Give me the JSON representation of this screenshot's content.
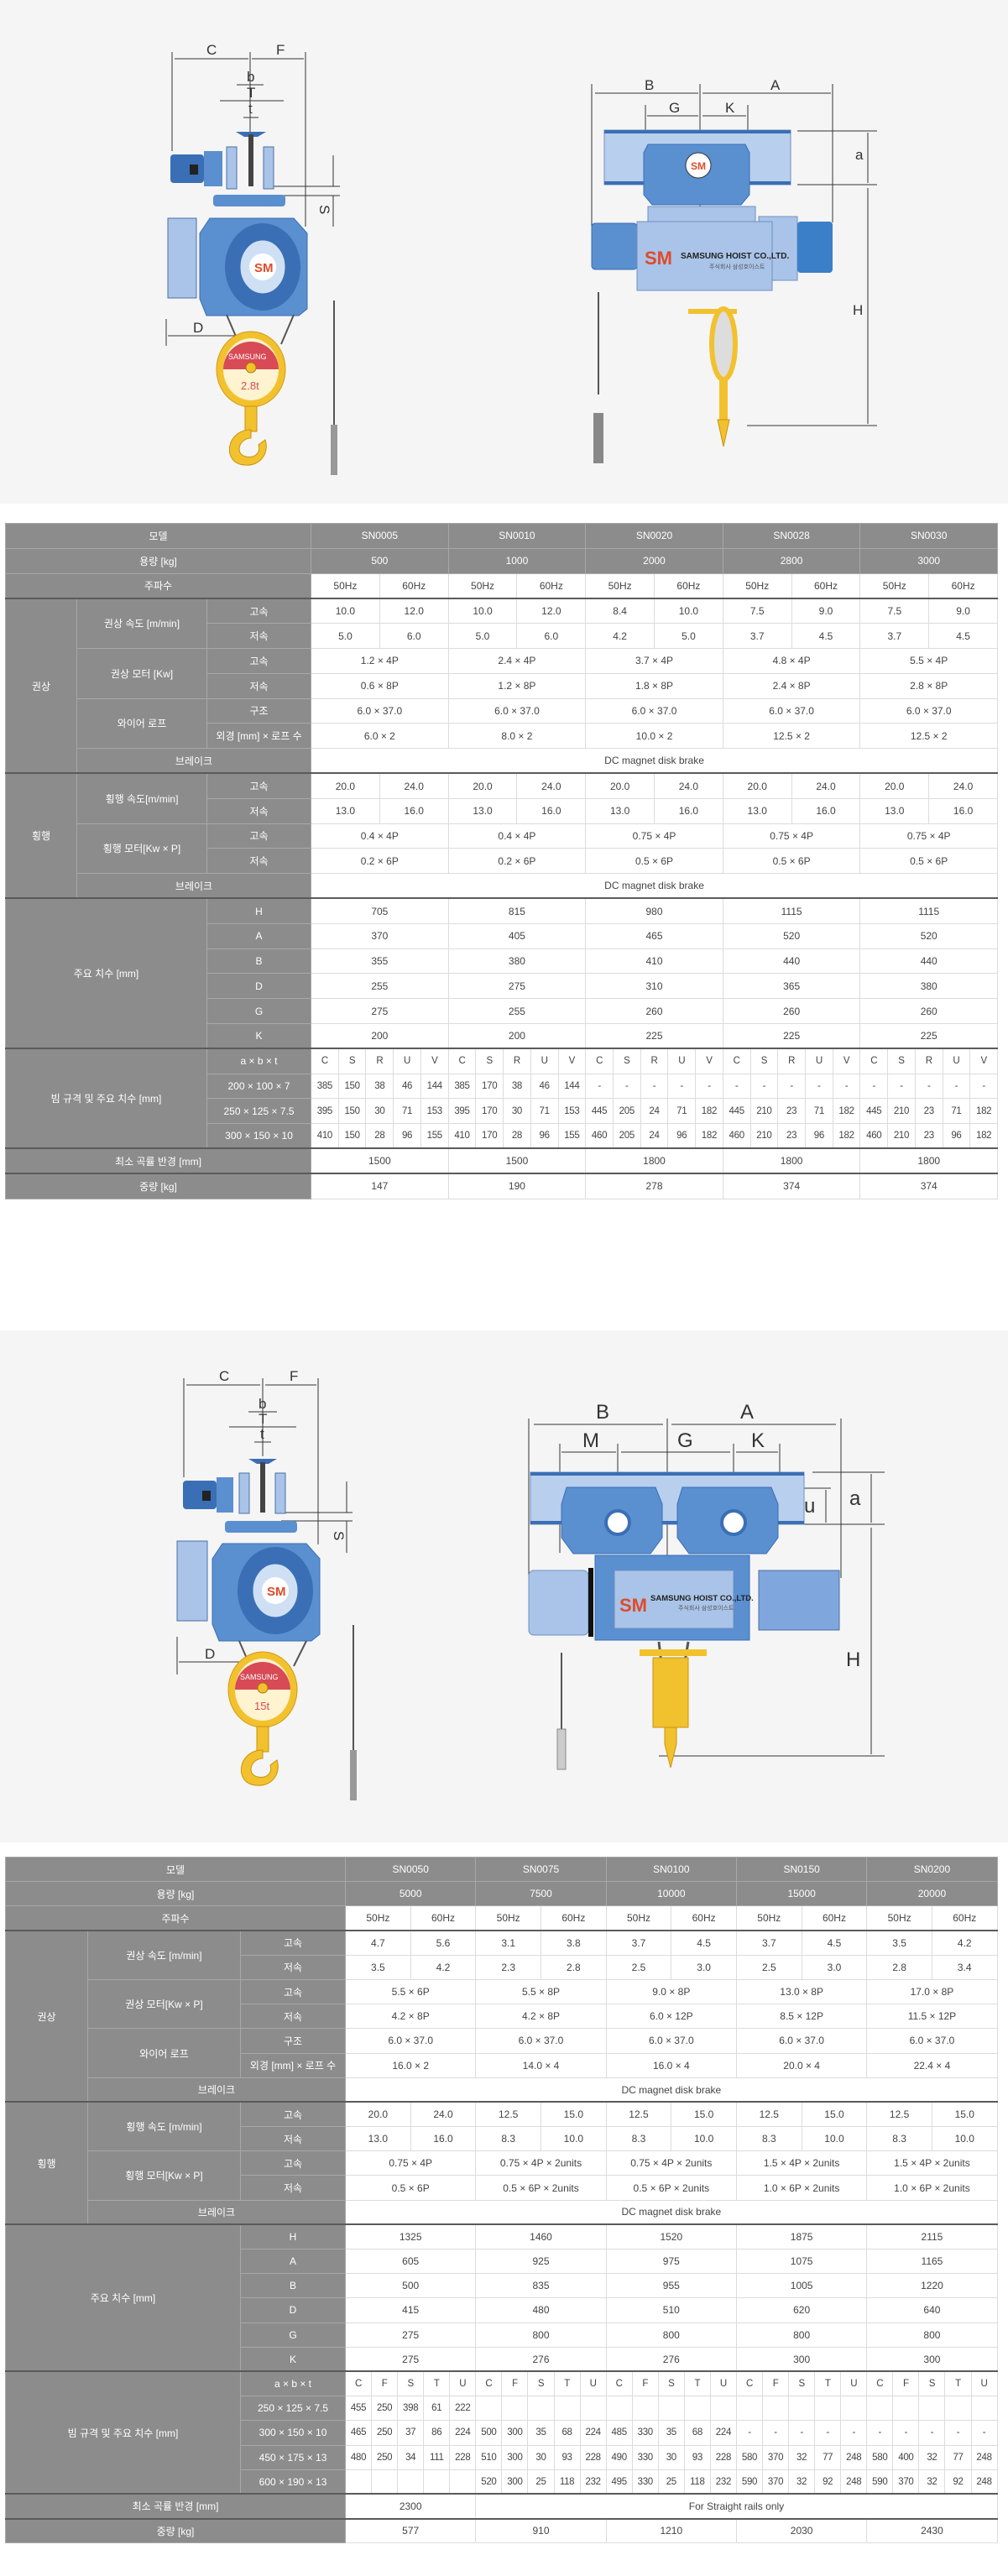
{
  "diagram1": {
    "dims_side": [
      "C",
      "F",
      "b",
      "T",
      "t",
      "S",
      "D"
    ],
    "dims_front": [
      "B",
      "A",
      "G",
      "K",
      "a",
      "H"
    ],
    "hook_brand": "SAMSUNG",
    "capacity_label": "2.8t",
    "company": "SAMSUNG HOIST CO.,LTD.",
    "company_kr": "주식회사 삼성호이스트"
  },
  "diagram2": {
    "dims_side": [
      "C",
      "F",
      "b",
      "T",
      "t",
      "S",
      "D"
    ],
    "dims_front": [
      "B",
      "A",
      "M",
      "G",
      "K",
      "a",
      "u",
      "H"
    ],
    "hook_brand": "SAMSUNG",
    "capacity_label": "15t",
    "company": "SAMSUNG HOIST CO.,LTD.",
    "company_kr": "주식회사 삼성호이스트"
  },
  "table1": {
    "sections": [
      {
        "kind": "full",
        "rows": [
          {
            "label": "모델",
            "values": [
              "SN0005",
              "SN0010",
              "SN0020",
              "SN0028",
              "SN0030"
            ]
          },
          {
            "label": "용량 [kg]",
            "values": [
              "500",
              "1000",
              "2000",
              "2800",
              "3000"
            ]
          },
          {
            "label": "주파수",
            "values": [
              "50Hz",
              "60Hz",
              "50Hz",
              "60Hz",
              "50Hz",
              "60Hz",
              "50Hz",
              "60Hz",
              "50Hz",
              "60Hz"
            ]
          }
        ]
      },
      {
        "kind": "group",
        "label": "권상",
        "subs": [
          {
            "label": "권상 속도 [m/min]",
            "rows": [
              {
                "label": "고속",
                "values": [
                  "10.0",
                  "12.0",
                  "10.0",
                  "12.0",
                  "8.4",
                  "10.0",
                  "7.5",
                  "9.0",
                  "7.5",
                  "9.0"
                ]
              },
              {
                "label": "저속",
                "values": [
                  "5.0",
                  "6.0",
                  "5.0",
                  "6.0",
                  "4.2",
                  "5.0",
                  "3.7",
                  "4.5",
                  "3.7",
                  "4.5"
                ]
              }
            ]
          },
          {
            "label": "권상 모터 [Kw]",
            "rows": [
              {
                "label": "고속",
                "values": [
                  "1.2 × 4P",
                  "2.4 × 4P",
                  "3.7 × 4P",
                  "4.8 × 4P",
                  "5.5 × 4P"
                ]
              },
              {
                "label": "저속",
                "values": [
                  "0.6 × 8P",
                  "1.2 × 8P",
                  "1.8 × 8P",
                  "2.4 × 8P",
                  "2.8 × 8P"
                ]
              }
            ]
          },
          {
            "label": "와이어 로프",
            "rows": [
              {
                "label": "구조",
                "values": [
                  "6.0 × 37.0",
                  "6.0 × 37.0",
                  "6.0 × 37.0",
                  "6.0 × 37.0",
                  "6.0 × 37.0"
                ]
              },
              {
                "label": "외경 [mm] × 로프 수",
                "values": [
                  "6.0 × 2",
                  "8.0 × 2",
                  "10.0 × 2",
                  "12.5 × 2",
                  "12.5 × 2"
                ]
              }
            ]
          },
          {
            "label": "브레이크",
            "values": [
              "DC magnet disk brake"
            ]
          }
        ]
      },
      {
        "kind": "group",
        "label": "횡행",
        "subs": [
          {
            "label": "횡행 속도[m/min]",
            "rows": [
              {
                "label": "고속",
                "values": [
                  "20.0",
                  "24.0",
                  "20.0",
                  "24.0",
                  "20.0",
                  "24.0",
                  "20.0",
                  "24.0",
                  "20.0",
                  "24.0"
                ]
              },
              {
                "label": "저속",
                "values": [
                  "13.0",
                  "16.0",
                  "13.0",
                  "16.0",
                  "13.0",
                  "16.0",
                  "13.0",
                  "16.0",
                  "13.0",
                  "16.0"
                ]
              }
            ]
          },
          {
            "label": "횡행 모터[Kw × P]",
            "rows": [
              {
                "label": "고속",
                "values": [
                  "0.4 × 4P",
                  "0.4 × 4P",
                  "0.75 × 4P",
                  "0.75 × 4P",
                  "0.75 × 4P"
                ]
              },
              {
                "label": "저속",
                "values": [
                  "0.2 × 6P",
                  "0.2 × 6P",
                  "0.5 × 6P",
                  "0.5 × 6P",
                  "0.5 × 6P"
                ]
              }
            ]
          },
          {
            "label": "브레이크",
            "values": [
              "DC magnet disk brake"
            ]
          }
        ]
      },
      {
        "kind": "dims",
        "label": "주요 치수 [mm]",
        "rows": [
          {
            "label": "H",
            "values": [
              "705",
              "815",
              "980",
              "1115",
              "1115"
            ]
          },
          {
            "label": "A",
            "values": [
              "370",
              "405",
              "465",
              "520",
              "520"
            ]
          },
          {
            "label": "B",
            "values": [
              "355",
              "380",
              "410",
              "440",
              "440"
            ]
          },
          {
            "label": "D",
            "values": [
              "255",
              "275",
              "310",
              "365",
              "380"
            ]
          },
          {
            "label": "G",
            "values": [
              "275",
              "255",
              "260",
              "260",
              "260"
            ]
          },
          {
            "label": "K",
            "values": [
              "200",
              "200",
              "225",
              "225",
              "225"
            ]
          }
        ]
      },
      {
        "kind": "dims",
        "label": "빔 규격 및 주요 치수 [mm]",
        "beam": true,
        "rows": [
          {
            "label": "a × b × t",
            "values": [
              "C",
              "S",
              "R",
              "U",
              "V",
              "C",
              "S",
              "R",
              "U",
              "V",
              "C",
              "S",
              "R",
              "U",
              "V",
              "C",
              "S",
              "R",
              "U",
              "V",
              "C",
              "S",
              "R",
              "U",
              "V"
            ]
          },
          {
            "label": "200 × 100 × 7",
            "values": [
              "385",
              "150",
              "38",
              "46",
              "144",
              "385",
              "170",
              "38",
              "46",
              "144",
              "-",
              "-",
              "-",
              "-",
              "-",
              "-",
              "-",
              "-",
              "-",
              "-",
              "-",
              "-",
              "-",
              "-",
              "-"
            ]
          },
          {
            "label": "250 × 125 × 7.5",
            "values": [
              "395",
              "150",
              "30",
              "71",
              "153",
              "395",
              "170",
              "30",
              "71",
              "153",
              "445",
              "205",
              "24",
              "71",
              "182",
              "445",
              "210",
              "23",
              "71",
              "182",
              "445",
              "210",
              "23",
              "71",
              "182"
            ]
          },
          {
            "label": "300 × 150 × 10",
            "values": [
              "410",
              "150",
              "28",
              "96",
              "155",
              "410",
              "170",
              "28",
              "96",
              "155",
              "460",
              "205",
              "24",
              "96",
              "182",
              "460",
              "210",
              "23",
              "96",
              "182",
              "460",
              "210",
              "23",
              "96",
              "182"
            ]
          }
        ]
      },
      {
        "kind": "full",
        "rows": [
          {
            "label": "최소 곡률 반경 [mm]",
            "values": [
              "1500",
              "1500",
              "1800",
              "1800",
              "1800"
            ]
          }
        ]
      },
      {
        "kind": "full",
        "rows": [
          {
            "label": "중량 [kg]",
            "values": [
              "147",
              "190",
              "278",
              "374",
              "374"
            ]
          }
        ]
      }
    ]
  },
  "table2": {
    "sections": [
      {
        "kind": "full",
        "rows": [
          {
            "label": "모델",
            "values": [
              "SN0050",
              "SN0075",
              "SN0100",
              "SN0150",
              "SN0200"
            ]
          },
          {
            "label": "용량 [kg]",
            "values": [
              "5000",
              "7500",
              "10000",
              "15000",
              "20000"
            ]
          },
          {
            "label": "주파수",
            "values": [
              "50Hz",
              "60Hz",
              "50Hz",
              "60Hz",
              "50Hz",
              "60Hz",
              "50Hz",
              "60Hz",
              "50Hz",
              "60Hz"
            ]
          }
        ]
      },
      {
        "kind": "group",
        "label": "권상",
        "subs": [
          {
            "label": "권상 속도 [m/min]",
            "rows": [
              {
                "label": "고속",
                "values": [
                  "4.7",
                  "5.6",
                  "3.1",
                  "3.8",
                  "3.7",
                  "4.5",
                  "3.7",
                  "4.5",
                  "3.5",
                  "4.2"
                ]
              },
              {
                "label": "저속",
                "values": [
                  "3.5",
                  "4.2",
                  "2.3",
                  "2.8",
                  "2.5",
                  "3.0",
                  "2.5",
                  "3.0",
                  "2.8",
                  "3.4"
                ]
              }
            ]
          },
          {
            "label": "권상 모터[Kw × P]",
            "rows": [
              {
                "label": "고속",
                "values": [
                  "5.5 × 6P",
                  "5.5 × 8P",
                  "9.0 × 8P",
                  "13.0 × 8P",
                  "17.0 × 8P"
                ]
              },
              {
                "label": "저속",
                "values": [
                  "4.2 × 8P",
                  "4.2 × 8P",
                  "6.0 × 12P",
                  "8.5 × 12P",
                  "11.5 × 12P"
                ]
              }
            ]
          },
          {
            "label": "와이어 로프",
            "rows": [
              {
                "label": "구조",
                "values": [
                  "6.0 × 37.0",
                  "6.0 × 37.0",
                  "6.0 × 37.0",
                  "6.0 × 37.0",
                  "6.0 × 37.0"
                ]
              },
              {
                "label": "외경 [mm] × 로프 수",
                "values": [
                  "16.0 × 2",
                  "14.0 × 4",
                  "16.0 × 4",
                  "20.0 × 4",
                  "22.4 × 4"
                ]
              }
            ]
          },
          {
            "label": "브레이크",
            "values": [
              "DC magnet disk brake"
            ]
          }
        ]
      },
      {
        "kind": "group",
        "label": "횡행",
        "subs": [
          {
            "label": "횡행 속도 [m/min]",
            "rows": [
              {
                "label": "고속",
                "values": [
                  "20.0",
                  "24.0",
                  "12.5",
                  "15.0",
                  "12.5",
                  "15.0",
                  "12.5",
                  "15.0",
                  "12.5",
                  "15.0"
                ]
              },
              {
                "label": "저속",
                "values": [
                  "13.0",
                  "16.0",
                  "8.3",
                  "10.0",
                  "8.3",
                  "10.0",
                  "8.3",
                  "10.0",
                  "8.3",
                  "10.0"
                ]
              }
            ]
          },
          {
            "label": "횡행 모터[Kw × P]",
            "rows": [
              {
                "label": "고속",
                "values": [
                  "0.75 × 4P",
                  "0.75 × 4P × 2units",
                  "0.75 × 4P × 2units",
                  "1.5 × 4P × 2units",
                  "1.5 × 4P × 2units"
                ]
              },
              {
                "label": "저속",
                "values": [
                  "0.5 × 6P",
                  "0.5 × 6P × 2units",
                  "0.5 × 6P × 2units",
                  "1.0 × 6P × 2units",
                  "1.0 × 6P × 2units"
                ]
              }
            ]
          },
          {
            "label": "브레이크",
            "values": [
              "DC magnet disk brake"
            ]
          }
        ]
      },
      {
        "kind": "dims",
        "label": "주요 치수 [mm]",
        "rows": [
          {
            "label": "H",
            "values": [
              "1325",
              "1460",
              "1520",
              "1875",
              "2115"
            ]
          },
          {
            "label": "A",
            "values": [
              "605",
              "925",
              "975",
              "1075",
              "1165"
            ]
          },
          {
            "label": "B",
            "values": [
              "500",
              "835",
              "955",
              "1005",
              "1220"
            ]
          },
          {
            "label": "D",
            "values": [
              "415",
              "480",
              "510",
              "620",
              "640"
            ]
          },
          {
            "label": "G",
            "values": [
              "275",
              "800",
              "800",
              "800",
              "800"
            ]
          },
          {
            "label": "K",
            "values": [
              "275",
              "276",
              "276",
              "300",
              "300"
            ]
          }
        ]
      },
      {
        "kind": "dims",
        "label": "빔 규격 및 주요 치수 [mm]",
        "beam": true,
        "rows": [
          {
            "label": "a × b × t",
            "values": [
              "C",
              "F",
              "S",
              "T",
              "U",
              "C",
              "F",
              "S",
              "T",
              "U",
              "C",
              "F",
              "S",
              "T",
              "U",
              "C",
              "F",
              "S",
              "T",
              "U",
              "C",
              "F",
              "S",
              "T",
              "U"
            ]
          },
          {
            "label": "250 × 125 × 7.5",
            "values": [
              "455",
              "250",
              "398",
              "61",
              "222",
              "",
              "",
              "",
              "",
              "",
              "",
              "",
              "",
              "",
              "",
              "",
              "",
              "",
              "",
              "",
              "",
              "",
              "",
              "",
              ""
            ]
          },
          {
            "label": "300 × 150 × 10",
            "values": [
              "465",
              "250",
              "37",
              "86",
              "224",
              "500",
              "300",
              "35",
              "68",
              "224",
              "485",
              "330",
              "35",
              "68",
              "224",
              "-",
              "-",
              "-",
              "-",
              "-",
              "-",
              "-",
              "-",
              "-",
              "-"
            ]
          },
          {
            "label": "450 × 175 × 13",
            "values": [
              "480",
              "250",
              "34",
              "111",
              "228",
              "510",
              "300",
              "30",
              "93",
              "228",
              "490",
              "330",
              "30",
              "93",
              "228",
              "580",
              "370",
              "32",
              "77",
              "248",
              "580",
              "400",
              "32",
              "77",
              "248"
            ]
          },
          {
            "label": "600 × 190 × 13",
            "values": [
              "",
              "",
              "",
              "",
              "",
              "520",
              "300",
              "25",
              "118",
              "232",
              "495",
              "330",
              "25",
              "118",
              "232",
              "590",
              "370",
              "32",
              "92",
              "248",
              "590",
              "370",
              "32",
              "92",
              "248"
            ]
          }
        ]
      },
      {
        "kind": "full",
        "rows": [
          {
            "label": "최소 곡률 반경 [mm]",
            "values": [
              "2300",
              "For Straight rails only"
            ],
            "model_spans": [
              1,
              4
            ]
          }
        ]
      },
      {
        "kind": "full",
        "rows": [
          {
            "label": "중량 [kg]",
            "values": [
              "577",
              "910",
              "1210",
              "2030",
              "2430"
            ]
          }
        ]
      }
    ]
  }
}
